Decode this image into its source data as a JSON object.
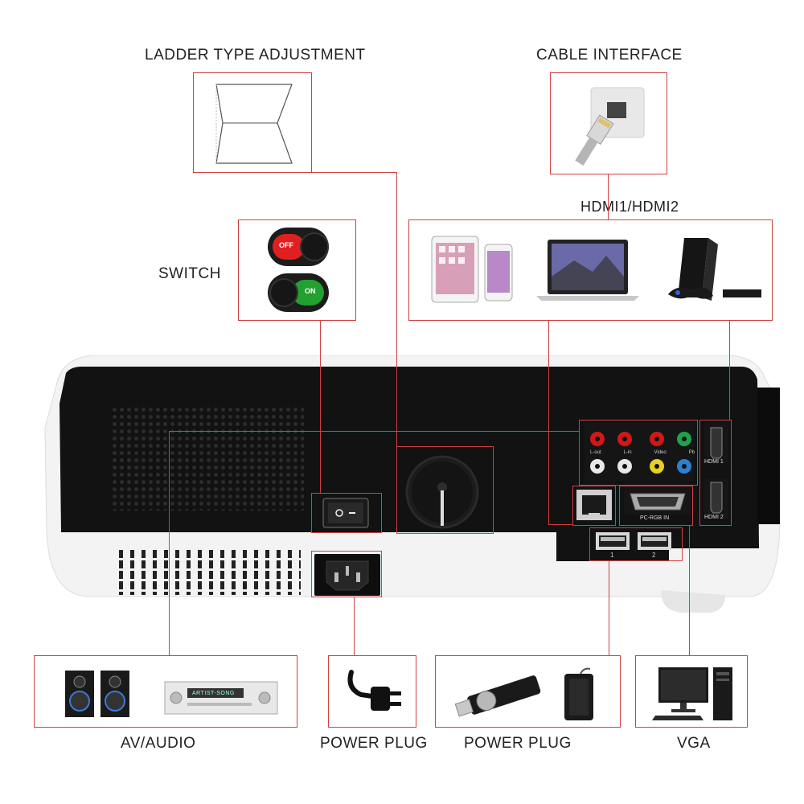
{
  "labels": {
    "ladder": "LADDER TYPE ADJUSTMENT",
    "cable": "CABLE INTERFACE",
    "hdmi": "HDMI1/HDMI2",
    "switch": "SWITCH",
    "av_audio": "AV/AUDIO",
    "power_plug_1": "POWER PLUG",
    "power_plug_2": "POWER PLUG",
    "vga": "VGA"
  },
  "switch_states": {
    "off": "OFF",
    "on": "ON"
  },
  "ports": {
    "hdmi1": "HDMI 1",
    "hdmi2": "HDMI 2",
    "pc_rgb": "PC-RGB IN",
    "usb1": "1",
    "usb2": "2",
    "av_row_top": [
      "L-out",
      "L-in",
      "Video",
      "Pb"
    ]
  },
  "receiver_display": "ARTIST-SONG",
  "colors": {
    "accent_line": "#d04040",
    "switch_off": "#e02020",
    "switch_on": "#22a030",
    "body_black": "#111111"
  }
}
